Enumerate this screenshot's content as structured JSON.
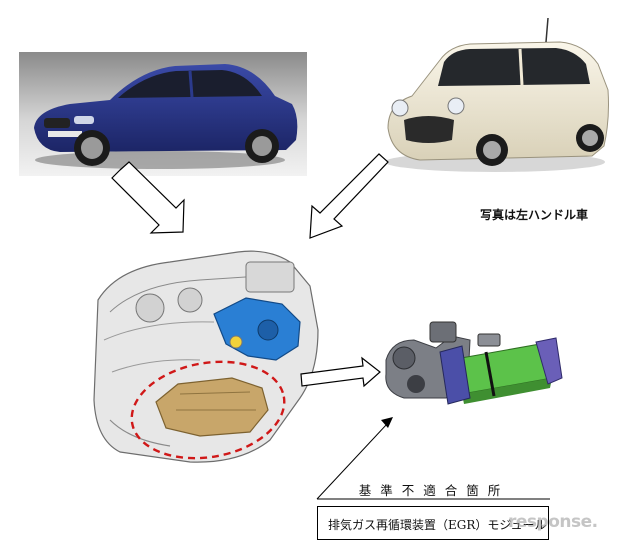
{
  "note": "写真は左ハンドル車",
  "defect_heading": "基準不適合箇所",
  "defect_item": "排気ガス再循環装置（EGR）モジュール",
  "watermark": "response.",
  "colors": {
    "sedan_body": "#2b3a8c",
    "hatch_body": "#f1ead6",
    "highlight_ellipse": "#d01818",
    "egr_module_engine": "#c8a66a",
    "turbo": "#2a7fd4",
    "egr_cooler": "#5cc24a"
  }
}
